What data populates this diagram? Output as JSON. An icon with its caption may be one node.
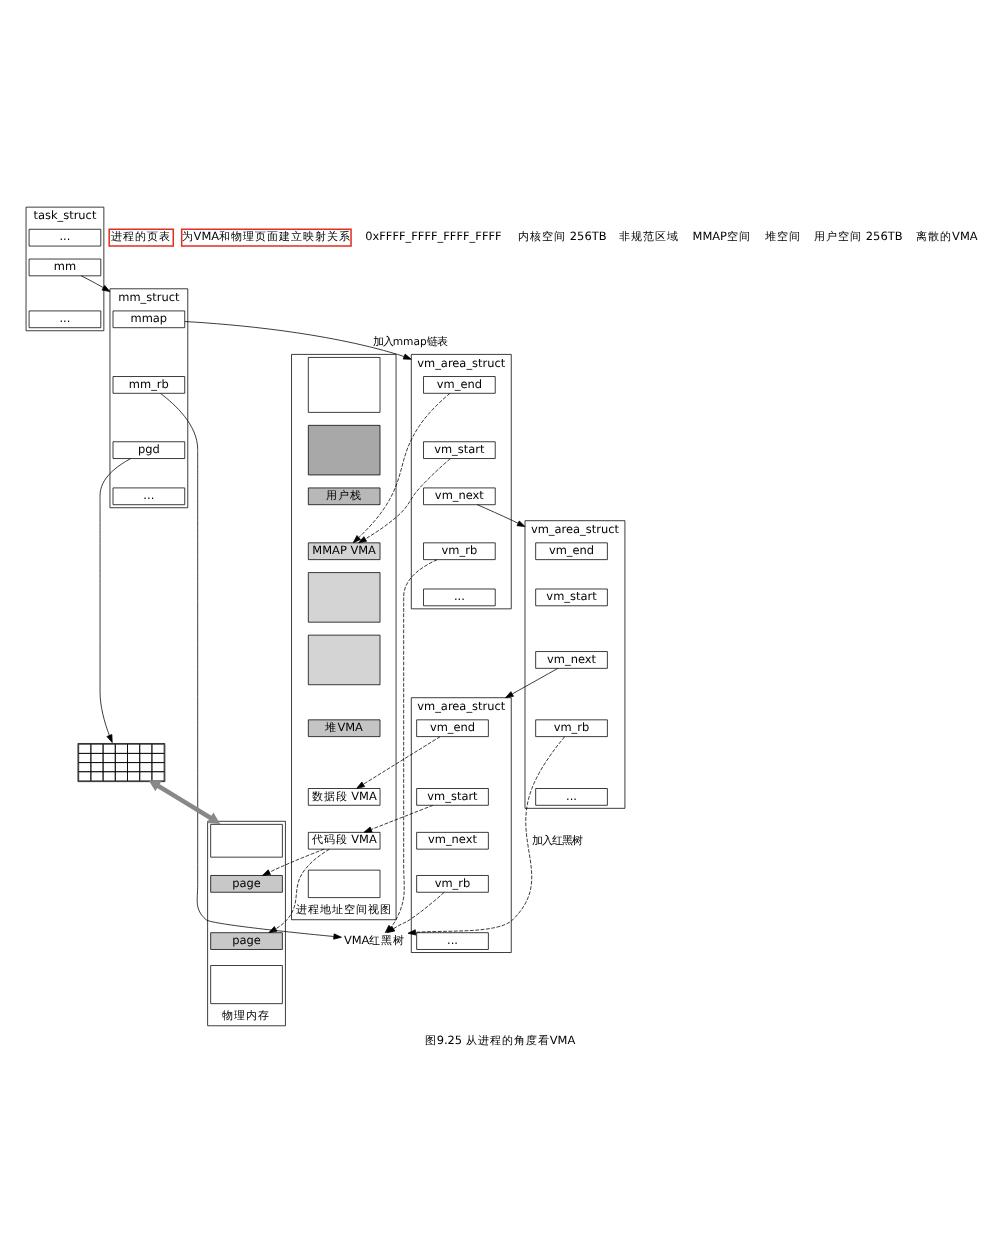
{
  "diagram": {
    "caption": "图9.25 从进程的角度看VMA",
    "nodes": [
      {
        "text": [
          "task_struct"
        ]
      },
      {
        "text": [
          "..."
        ],
        "in": 0
      },
      {
        "text": [
          "mm"
        ],
        "in": 0
      },
      {
        "text": [
          "..."
        ],
        "in": 0
      },
      {
        "text": [
          "mm_struct"
        ]
      },
      {
        "text": [
          "mmap"
        ],
        "in": 4
      },
      {
        "text": [
          "mm_rb"
        ],
        "in": 4
      },
      {
        "text": [
          "pgd"
        ],
        "in": 4
      },
      {
        "text": [
          "..."
        ],
        "in": 4
      },
      {
        "text": [
          "vm_area_struct"
        ]
      },
      {
        "text": [
          "vm_end"
        ],
        "in": 9
      },
      {
        "text": [
          "vm_start"
        ],
        "in": 9
      },
      {
        "text": [
          "vm_next"
        ],
        "in": 9
      },
      {
        "text": [
          "vm_rb"
        ],
        "in": 9
      },
      {
        "text": [
          "..."
        ],
        "in": 9
      },
      {
        "text": [
          "vm_area_struct"
        ]
      },
      {
        "text": [
          "vm_end"
        ],
        "in": 15
      },
      {
        "text": [
          "vm_start"
        ],
        "in": 15
      },
      {
        "text": [
          "vm_next"
        ],
        "in": 15
      },
      {
        "text": [
          "vm_rb"
        ],
        "in": 15
      },
      {
        "text": [
          "..."
        ],
        "in": 15
      },
      {
        "text": [
          "vm_area_struct"
        ]
      },
      {
        "text": [
          "vm_end"
        ],
        "in": 21
      },
      {
        "text": [
          "vm_start"
        ],
        "in": 21
      },
      {
        "text": [
          "vm_next"
        ],
        "in": 21
      },
      {
        "text": [
          "vm_rb"
        ],
        "in": 21
      },
      {
        "text": [
          "..."
        ],
        "in": 21
      },
      {
        "text": [
          "VMA红黑树"
        ]
      },
      {
        "text": [
          "进程地址空间视图"
        ]
      },
      {
        "text": [],
        "shape": "box",
        "in": 28
      },
      {
        "text": [],
        "shape": "box",
        "in": 28
      },
      {
        "text": [
          "用户栈"
        ],
        "in": 28
      },
      {
        "text": [
          "MMAP VMA"
        ],
        "in": 28
      },
      {
        "text": [],
        "shape": "box",
        "in": 28
      },
      {
        "text": [],
        "shape": "box",
        "in": 28
      },
      {
        "text": [
          "堆VMA"
        ],
        "in": 28
      },
      {
        "text": [
          "数据段 VMA"
        ],
        "in": 28
      },
      {
        "text": [
          "代码段 VMA"
        ],
        "in": 28
      },
      {
        "text": [],
        "shape": "box",
        "in": 28
      },
      {
        "text": [],
        "shape": "grid"
      },
      {
        "text": [
          "进程的页表"
        ]
      },
      {
        "text": [
          "物理内存"
        ]
      },
      {
        "text": [],
        "shape": "box",
        "in": 41
      },
      {
        "text": [
          "page"
        ],
        "in": 41
      },
      {
        "text": [
          "page"
        ],
        "in": 41
      },
      {
        "text": [],
        "shape": "box",
        "in": 41
      },
      {
        "text": [
          "为VMA和物理页面建立映射关系"
        ]
      }
    ],
    "edges": [
      {
        "from": 2,
        "to": 4,
        "arrow": "to"
      },
      {
        "from": 5,
        "to": 9,
        "arrow": "to",
        "label": "加入mmap链表"
      },
      {
        "from": 12,
        "to": 15,
        "arrow": "to"
      },
      {
        "from": 18,
        "to": 21,
        "arrow": "to"
      },
      {
        "from": 6,
        "to": 27,
        "arrow": "to"
      },
      {
        "from": 13,
        "to": 27,
        "arrow": "to",
        "style": "dashed"
      },
      {
        "from": 19,
        "to": 27,
        "arrow": "to",
        "style": "dashed",
        "label": "加入红黑树"
      },
      {
        "from": 25,
        "to": 27,
        "arrow": "to",
        "style": "dashed"
      },
      {
        "from": 10,
        "to": 32,
        "arrow": "to",
        "style": "dashed"
      },
      {
        "from": 11,
        "to": 32,
        "arrow": "to",
        "style": "dashed"
      },
      {
        "from": 22,
        "to": 36,
        "arrow": "to",
        "style": "dashed"
      },
      {
        "from": 23,
        "to": 37,
        "arrow": "to",
        "style": "dashed"
      },
      {
        "from": 37,
        "to": 43,
        "arrow": "to",
        "style": "dashed"
      },
      {
        "from": 37,
        "to": 44,
        "arrow": "to",
        "style": "dashed"
      },
      {
        "from": 7,
        "to": 39,
        "arrow": "to"
      },
      {
        "from": 39,
        "to": 41,
        "arrow": "both",
        "style": "thick",
        "color": "#888888"
      }
    ],
    "labels": [
      "0xFFFF_FFFF_FFFF_FFFF",
      "内核空间 256TB",
      "非规范区域",
      "MMAP空间",
      "堆空间",
      "用户空间 256TB",
      "离散的VMA"
    ]
  }
}
